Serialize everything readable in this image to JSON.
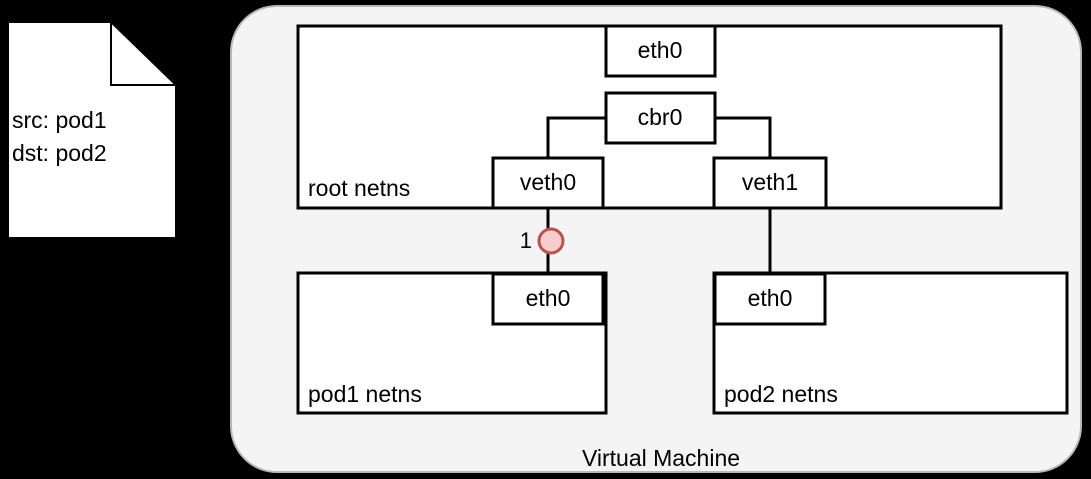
{
  "packet_note": {
    "name": "packet-annotation",
    "lines": [
      "src: pod1",
      "dst: pod2"
    ]
  },
  "vm": {
    "label": "Virtual Machine",
    "fill": "#f4f4f4",
    "stroke": "#b8b8b8"
  },
  "namespaces": [
    {
      "id": "root",
      "label": "root netns"
    },
    {
      "id": "pod1",
      "label": "pod1 netns"
    },
    {
      "id": "pod2",
      "label": "pod2 netns"
    }
  ],
  "interfaces": {
    "root_eth0": "eth0",
    "cbr0": "cbr0",
    "veth0": "veth0",
    "veth1": "veth1",
    "pod1_eth0": "eth0",
    "pod2_eth0": "eth0"
  },
  "step_markers": [
    {
      "label": "1",
      "fill": "#f8cecc",
      "stroke": "#b85450"
    }
  ],
  "colors": {
    "background": "#000000",
    "box_fill": "#ffffff",
    "box_stroke": "#000000",
    "line": "#000000",
    "marker_fill": "#f8cecc",
    "marker_stroke": "#b85450"
  }
}
